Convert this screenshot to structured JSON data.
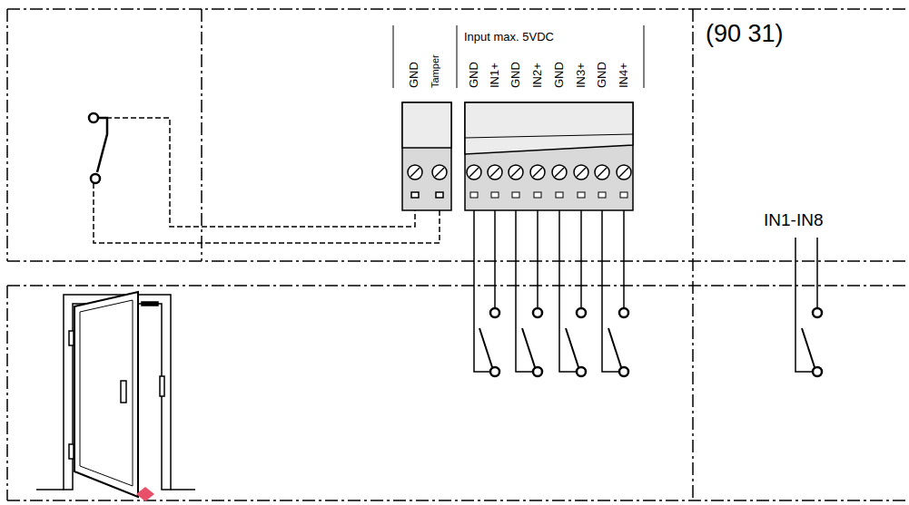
{
  "diagram": {
    "labels": [
      "(90 31)",
      "Input max. 5VDC",
      "GND",
      "Tamper",
      "GND",
      "IN1+",
      "GND",
      "IN2+",
      "GND",
      "IN3+",
      "GND",
      "IN4+",
      "IN1-IN8"
    ]
  }
}
